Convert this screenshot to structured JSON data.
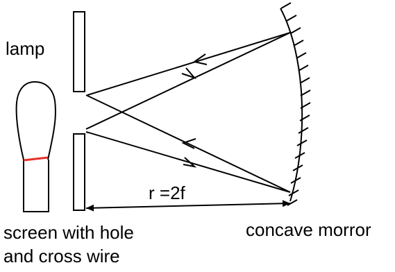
{
  "labels": {
    "lamp": "lamp",
    "radius": "r =2f",
    "screen_line1": "screen with hole",
    "screen_line2": "and cross wire",
    "mirror": "concave morror"
  },
  "colors": {
    "ink": "#000000",
    "marker": "#e8302a",
    "background": "#ffffff"
  }
}
